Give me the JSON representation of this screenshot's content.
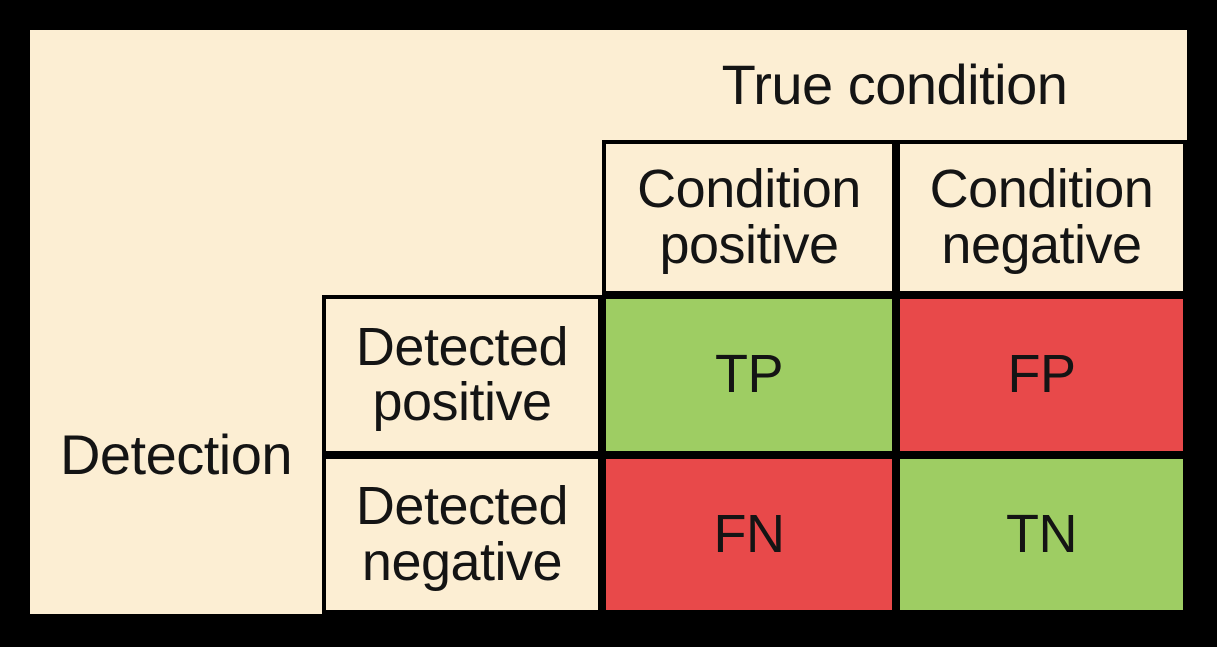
{
  "figure": {
    "kind": "confusion-matrix",
    "column_group_label": "True condition",
    "row_group_label": "Detection"
  },
  "colors": {
    "frame": "#000000",
    "panel_background": "#fceed3",
    "correct_cell": "#9ecd63",
    "error_cell": "#e8494a",
    "text": "#141414",
    "grid_line": "#000000"
  },
  "columns": [
    {
      "label": "Condition\npositive"
    },
    {
      "label": "Condition\nnegative"
    }
  ],
  "rows": [
    {
      "label": "Detected\npositive"
    },
    {
      "label": "Detected\nnegative"
    }
  ],
  "cells": {
    "tp": {
      "label": "TP",
      "meaning": "true positive",
      "state": "correct"
    },
    "fp": {
      "label": "FP",
      "meaning": "false positive",
      "state": "error"
    },
    "fn": {
      "label": "FN",
      "meaning": "false negative",
      "state": "error"
    },
    "tn": {
      "label": "TN",
      "meaning": "true negative",
      "state": "correct"
    }
  },
  "chart_data": {
    "type": "table",
    "title": "",
    "row_axis_label": "Detection",
    "column_axis_label": "True condition",
    "columns": [
      "Condition positive",
      "Condition negative"
    ],
    "rows": [
      "Detected positive",
      "Detected negative"
    ],
    "values": [
      [
        "TP",
        "FP"
      ],
      [
        "FN",
        "TN"
      ]
    ],
    "cell_states": [
      [
        "correct",
        "error"
      ],
      [
        "error",
        "correct"
      ]
    ],
    "legend": [],
    "grid": true
  }
}
